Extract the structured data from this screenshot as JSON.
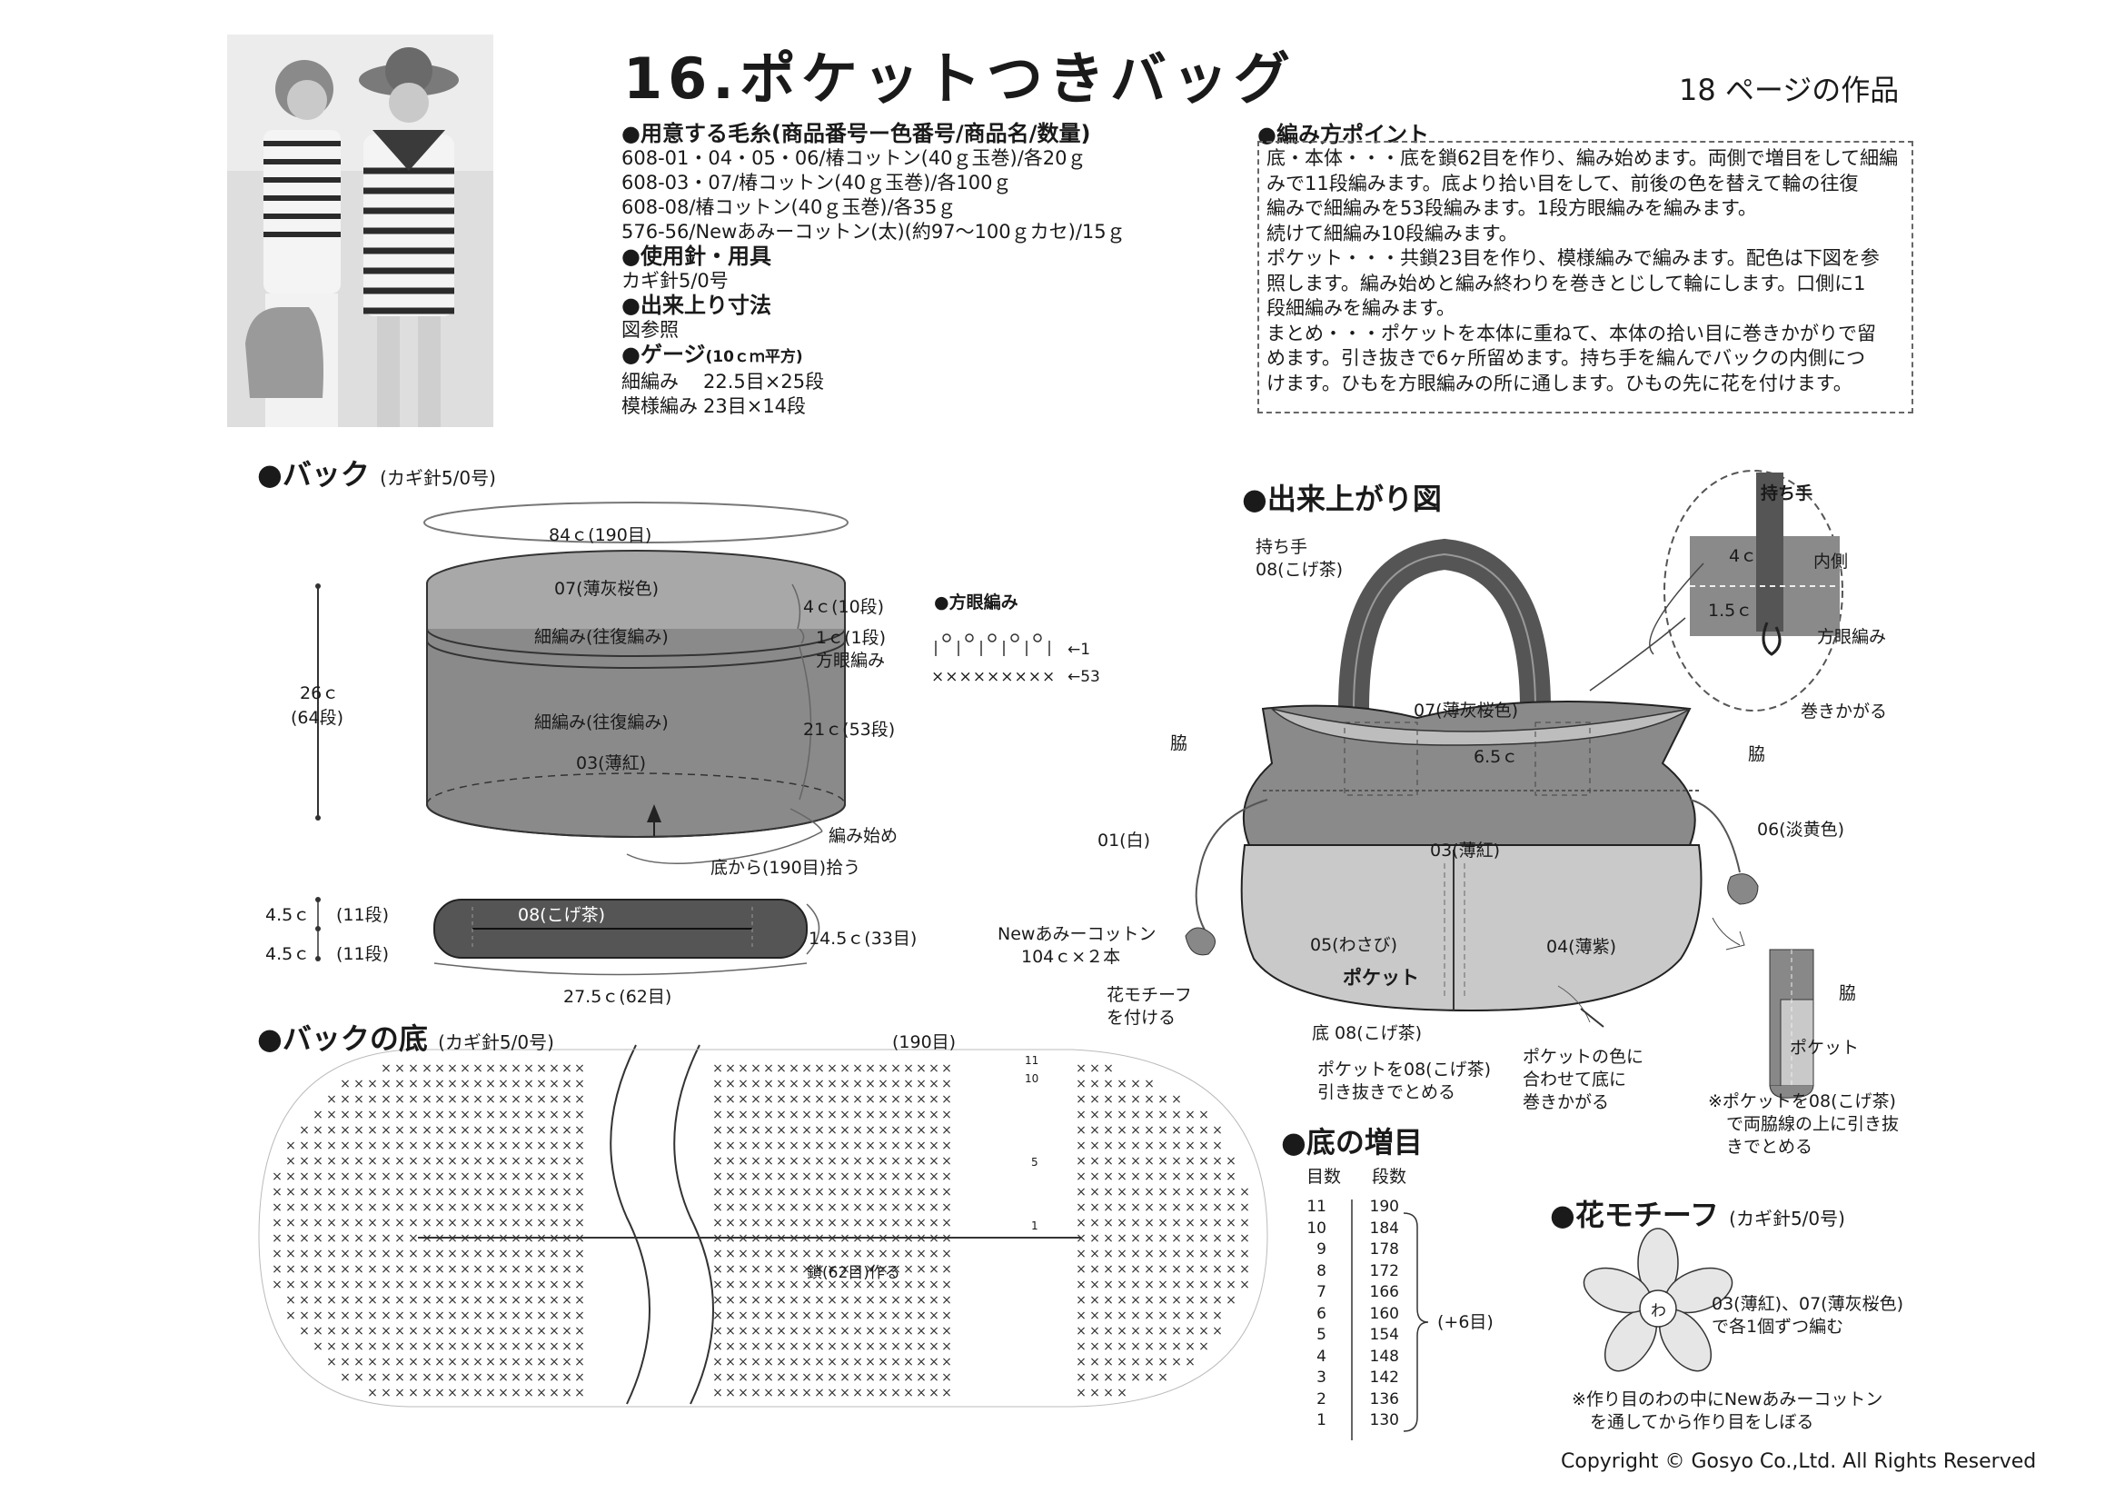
{
  "header": {
    "title": "16.ポケットつきバッグ",
    "page_ref": "18 ページの作品"
  },
  "materials": {
    "heading": "●用意する毛糸(商品番号ー色番号/商品名/数量)",
    "lines": [
      "608-01・04・05・06/椿コットン(40ｇ玉巻)/各20ｇ",
      "608-03・07/椿コットン(40ｇ玉巻)/各100ｇ",
      "608-08/椿コットン(40ｇ玉巻)/各35ｇ",
      "576-56/Newあみーコットン(太)(約97〜100ｇカセ)/15ｇ"
    ],
    "needle_heading": "●使用針・用具",
    "needle": "カギ針5/0号",
    "size_heading": "●出来上り寸法",
    "size": "図参照",
    "gauge_heading": "●ゲージ",
    "gauge_unit": "(10ｃｍ平方)",
    "gauge_rows": [
      {
        "name": "細編み",
        "value": "22.5目×25段"
      },
      {
        "name": "模様編み",
        "value": "23目×14段"
      }
    ]
  },
  "points": {
    "heading": "●編み方ポイント",
    "lines": [
      "底・本体・・・底を鎖62目を作り、編み始めます。両側で増目をして細編",
      "みで11段編みます。底より拾い目をして、前後の色を替えて輪の往復",
      "編みで細編みを53段編みます。1段方眼編みを編みます。",
      "続けて細編み10段編みます。",
      "ポケット・・・共鎖23目を作り、模様編みで編みます。配色は下図を参",
      "照します。編み始めと編み終わりを巻きとじして輪にします。口側に1",
      "段細編みを編みます。",
      "まとめ・・・ポケットを本体に重ねて、本体の拾い目に巻きかがりで留",
      "めます。引き抜きで6ヶ所留めます。持ち手を編んでバックの内側につ",
      "けます。ひもを方眼編みの所に通します。ひもの先に花を付けます。"
    ]
  },
  "bag": {
    "heading": "●バック",
    "needle": "(カギ針5/0号)",
    "circ": "84ｃ(190目)",
    "top_color": "07(薄灰桜色)",
    "band_label": "細編み(往復編み)",
    "body_label": "細編み(往復編み)",
    "body_color": "03(薄紅)",
    "height_total": "26ｃ",
    "height_rows": "(64段)",
    "top_h": "4ｃ(10段)",
    "mesh_h": "1ｃ(1段)",
    "mesh_name": "方眼編み",
    "body_h": "21ｃ(53段)",
    "start": "編み始め",
    "pickup": "底から(190目)拾う",
    "mesh_heading": "●方眼編み",
    "mesh_row1": "←1",
    "mesh_row53": "←53",
    "base_color": "08(こげ茶)",
    "base_h1": "4.5ｃ",
    "base_r1": "(11段)",
    "base_h2": "4.5ｃ",
    "base_r2": "(11段)",
    "base_width": "27.5ｃ(62目)",
    "base_len": "14.5ｃ(33目)"
  },
  "finished": {
    "heading": "●出来上がり図",
    "handle": "持ち手",
    "handle_color": "08(こげ茶)",
    "top_color": "07(薄灰桜色)",
    "side_l": "脇",
    "side_r": "脇",
    "depth": "6.5ｃ",
    "white": "01(白)",
    "pink": "03(薄紅)",
    "yellow": "06(淡黄色)",
    "cord": "Newあみーコットン",
    "cord_len": "104ｃ×２本",
    "flower_attach_1": "花モチーフ",
    "flower_attach_2": "を付ける",
    "wasabi": "05(わさび)",
    "purple": "04(薄紫)",
    "pocket": "ポケット",
    "bottom": "底 08(こげ茶)",
    "note_a1": "ポケットを08(こげ茶)",
    "note_a2": "引き抜きでとめる",
    "note_b1": "ポケットの色に",
    "note_b2": "合わせて底に",
    "note_b3": "巻きかがる",
    "detail_handle": "持ち手",
    "detail_4c": "4ｃ",
    "detail_inside": "内側",
    "detail_15c": "1.5ｃ",
    "detail_mesh": "方眼編み",
    "detail_whip": "巻きかがる",
    "side_detail": "脇",
    "side_pocket": "ポケット",
    "side_note1": "※ポケットを08(こげ茶)",
    "side_note2": "で両脇線の上に引き抜",
    "side_note3": "きでとめる"
  },
  "base_chart": {
    "heading": "●バックの底",
    "needle": "(カギ針5/0号)",
    "st_count": "(190目)",
    "chain": "鎖(62目)作る",
    "row11": "11",
    "row10": "10",
    "row5": "5",
    "row1": "1"
  },
  "increase": {
    "heading": "●底の増目",
    "col1": "目数",
    "col2": "段数",
    "rows": [
      {
        "row": "11",
        "sts": "190"
      },
      {
        "row": "10",
        "sts": "184"
      },
      {
        "row": "9",
        "sts": "178"
      },
      {
        "row": "8",
        "sts": "172"
      },
      {
        "row": "7",
        "sts": "166"
      },
      {
        "row": "6",
        "sts": "160"
      },
      {
        "row": "5",
        "sts": "154"
      },
      {
        "row": "4",
        "sts": "148"
      },
      {
        "row": "3",
        "sts": "142"
      },
      {
        "row": "2",
        "sts": "136"
      },
      {
        "row": "1",
        "sts": "130"
      }
    ],
    "note": "(+6目)"
  },
  "flower": {
    "heading": "●花モチーフ",
    "needle": "(カギ針5/0号)",
    "center": "わ",
    "colors1": "03(薄紅)、07(薄灰桜色)",
    "colors2": "で各1個ずつ編む",
    "note1": "※作り目のわの中にNewあみーコットン",
    "note2": "を通してから作り目をしぼる"
  },
  "footer": {
    "copyright": "Copyright © Gosyo Co.,Ltd. All Rights Reserved"
  },
  "colors": {
    "dark": "#3c3c3c",
    "mid": "#6e6e6e",
    "light": "#bdbdbd",
    "paper": "#ffffff"
  }
}
